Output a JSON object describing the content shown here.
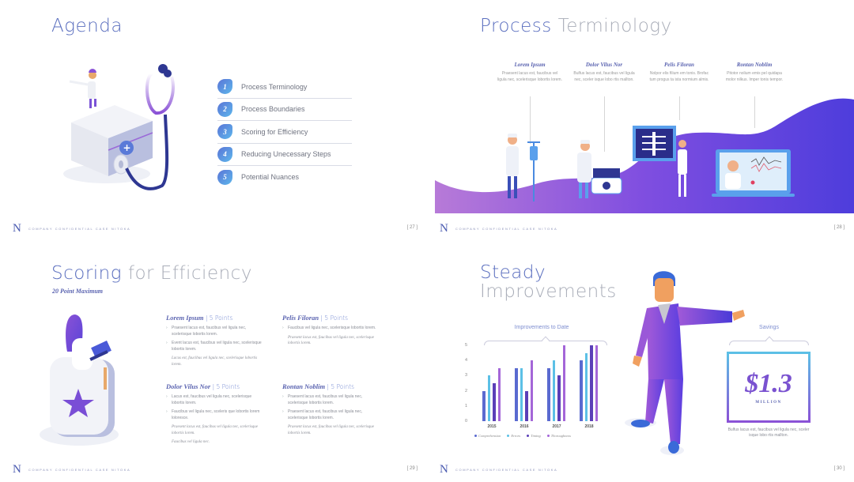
{
  "footer": {
    "logo": "N",
    "confidential": "COMPANY CONFIDENTIAL  CASE NITOKA"
  },
  "slides": [
    {
      "page": "[ 27 ]",
      "title_bold": "Agenda",
      "agenda": [
        {
          "num": "1",
          "label": "Process Terminology"
        },
        {
          "num": "2",
          "label": "Process Boundaries"
        },
        {
          "num": "3",
          "label": "Scoring for Efficiency"
        },
        {
          "num": "4",
          "label": "Reducing Unecessary Steps"
        },
        {
          "num": "5",
          "label": "Potential Nuances"
        }
      ]
    },
    {
      "page": "[ 28 ]",
      "title_bold": "Process",
      "title_light": "Terminology",
      "columns": [
        {
          "heading": "Lorem Ipsum",
          "text": "Praesent lacus est, faucibus vel ligula nec, scelerisque lobortis lorem."
        },
        {
          "heading": "Dolor Vilus Nor",
          "text": "Bulfus lacus est, faucibus vel ligula nec, sceler isque lobo rtis mallton."
        },
        {
          "heading": "Pelis Filoran",
          "text": "Nolpor elis filium em tonis. Brofac tum progus ta ista normium almis."
        },
        {
          "heading": "Rontan Noblim",
          "text": "Pitotor nolium emis pel quidapa molor nilkus. Imper tonis tempor."
        }
      ]
    },
    {
      "page": "[ 29 ]",
      "title_bold": "Scoring",
      "title_light": "for Efficiency",
      "subtitle": "20 Point Maximum",
      "blocks": [
        {
          "heading": "Lorem Ipsum",
          "points": "5 Points",
          "bullets": [
            "Praesent lacus est, faucibus vel ligula nec, scelerisque lobortis lorem.",
            "Event lacus est, faucibus vel ligula nec, scelerisque lobortis lorem."
          ],
          "italics": [
            "Lacus est, faucibus vel ligula nec, scelerisque lobortis lorem."
          ]
        },
        {
          "heading": "Pelis Filoran",
          "points": "5 Points",
          "bullets": [
            "Faucibus vel ligula nec, scelerisque lobortis lorem."
          ],
          "italics": [
            "Praesent lacus est, faucibus vel ligula nec, scelerisque lobortis lorem."
          ]
        },
        {
          "heading": "Dolor Vilus Nor",
          "points": "5 Points",
          "bullets": [
            "Lacus est, faucibus vel ligula nec, scelerisque lobortis lorem.",
            "Faucibus vel ligula nec, sceleris que lobortis lorem loloresce."
          ],
          "italics": [
            "Praesent lacus est, faucibus vel ligula nec, scelerisque lobortis lorem.",
            "Faucibus vel ligula nec."
          ]
        },
        {
          "heading": "Rontan Noblim",
          "points": "5 Points",
          "bullets": [
            "Praesent lacus est, faucibus vel ligula nec, scelerisque lobortis lorem.",
            "Praesent lacus est, faucibus vel ligula nec, scelerisque lobortis lorem."
          ],
          "italics": [
            "Praesent lacus est, faucibus vel ligula nec, scelerisque lobortis lorem."
          ]
        }
      ]
    },
    {
      "page": "[ 30 ]",
      "title_bold": "Steady",
      "title_light": "Improvements",
      "chart_title": "Improvements to Date",
      "savings_label": "Savings",
      "savings_value": "$1.3",
      "savings_unit": "MILLION",
      "savings_caption": "Bulfus lacus est, faucibus vel ligula nec, sceler isque lobo rtis mallton."
    }
  ],
  "colors": {
    "title_blue": "#5b6fbf",
    "title_grey": "#a9adb8",
    "purple": "#8a52d6",
    "indigo": "#5044d8",
    "cyan": "#5cc0e6"
  },
  "chart_data": {
    "type": "bar",
    "title": "Improvements to Date",
    "categories": [
      "2015",
      "2016",
      "2017",
      "2018"
    ],
    "series": [
      {
        "name": "Comprehension",
        "color": "#5a6ad0",
        "values": [
          2,
          3.5,
          3.5,
          4
        ]
      },
      {
        "name": "Errors",
        "color": "#5cc0e6",
        "values": [
          3,
          3.5,
          4,
          4.5
        ]
      },
      {
        "name": "Timing",
        "color": "#5b3fb8",
        "values": [
          2.5,
          2,
          3,
          5
        ]
      },
      {
        "name": "Thoroughness",
        "color": "#a466d8",
        "values": [
          3.5,
          4,
          5,
          5
        ]
      }
    ],
    "yticks": [
      "0",
      "1",
      "2",
      "3",
      "4",
      "5"
    ],
    "ylim": [
      0,
      5
    ],
    "xlabel": "",
    "ylabel": "",
    "legend_position": "bottom",
    "grid": false
  }
}
